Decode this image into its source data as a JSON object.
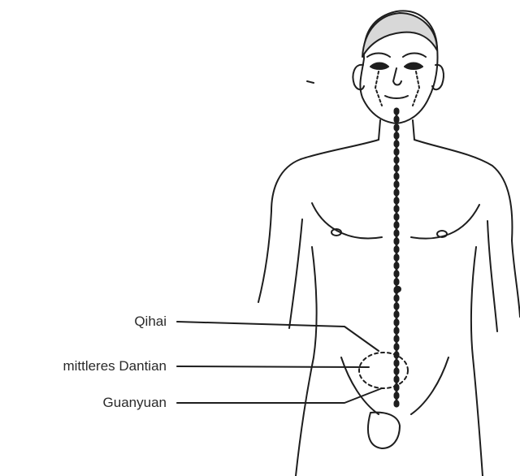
{
  "labels": {
    "qihai": "Qihai",
    "middle_dantian": "mittleres Dantian",
    "guanyuan": "Guanyuan"
  },
  "colors": {
    "ink": "#1e1e1e",
    "background": "#ffffff",
    "label_text": "#2a2a2a"
  },
  "figure": {
    "subject": "front view of standing male figure",
    "meridian": "dotted vertical line along body midline",
    "dantian_marker": "dashed circle on lower abdomen"
  }
}
